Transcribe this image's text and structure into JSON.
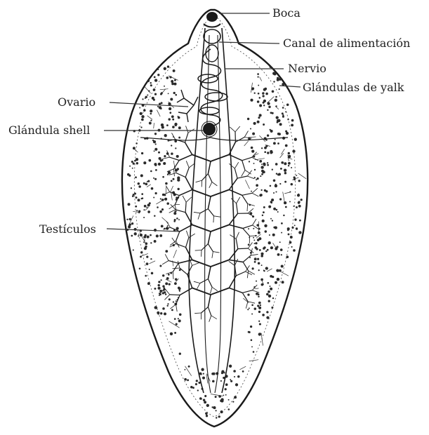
{
  "diagram": {
    "labels": {
      "mouth": "Boca",
      "gut": "Canal de alimentación",
      "nerve": "Nervio",
      "yolk": "Glándulas de yalk",
      "ovary": "Ovario",
      "shell": "Glándula shell",
      "testes": "Testículos"
    },
    "colors": {
      "ink": "#1a1a1a",
      "stipple": "#2a2a2a",
      "background": "#ffffff"
    }
  }
}
